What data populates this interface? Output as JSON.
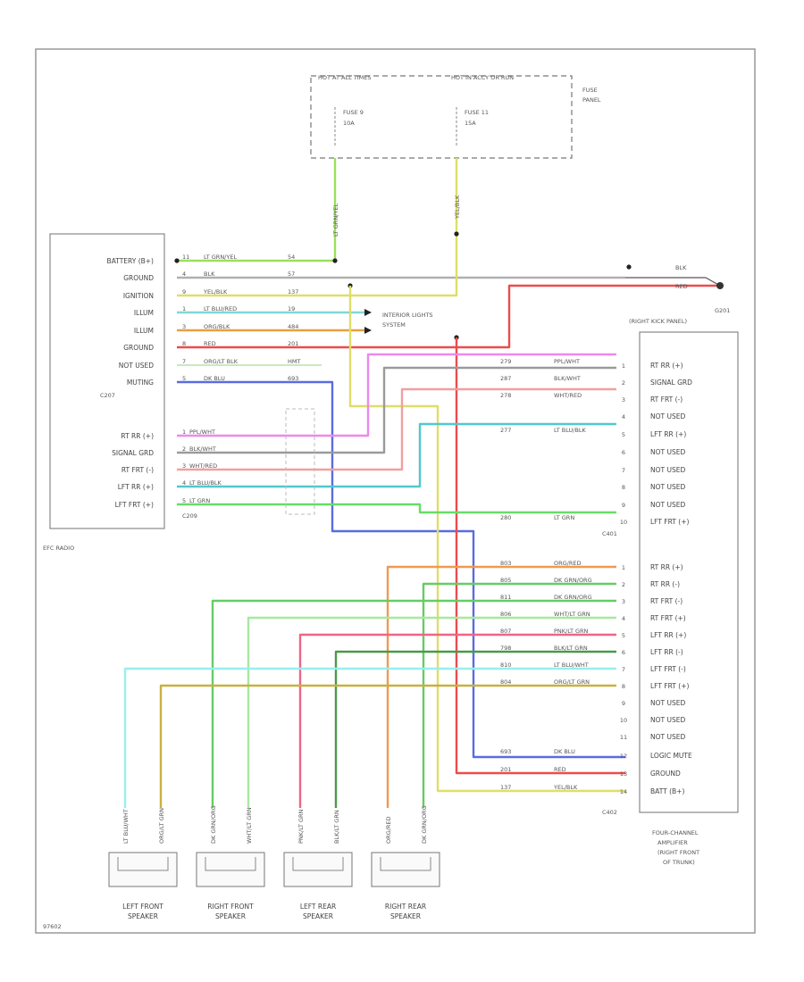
{
  "fuse_panel": {
    "header_left": "HOT AT ALL TIMES",
    "header_right": "HOT IN ACCY OR RUN",
    "fuse_left": [
      "FUSE 9",
      "10A"
    ],
    "fuse_right": [
      "FUSE 11",
      "15A"
    ],
    "label": [
      "FUSE",
      "PANEL"
    ],
    "wire_left": "LT GRN/YEL",
    "wire_right": "YEL/BLK"
  },
  "radio": {
    "name": "EFC RADIO",
    "top_pins": [
      "BATTERY (B+)",
      "GROUND",
      "IGNITION",
      "ILLUM",
      "ILLUM",
      "GROUND",
      "NOT USED",
      "MUTING"
    ],
    "top_connector": "C207",
    "bottom_pins": [
      "RT RR (+)",
      "SIGNAL GRD",
      "RT FRT (-)",
      "LFT RR (+)",
      "LFT FRT (+)"
    ],
    "bottom_connector": "C209",
    "top_wires": [
      {
        "pin": "11",
        "color": "LT GRN/YEL",
        "circuit": "54"
      },
      {
        "pin": "4",
        "color": "BLK",
        "circuit": "57"
      },
      {
        "pin": "9",
        "color": "YEL/BLK",
        "circuit": "137"
      },
      {
        "pin": "1",
        "color": "LT BLU/RED",
        "circuit": "19"
      },
      {
        "pin": "3",
        "color": "ORG/BLK",
        "circuit": "484"
      },
      {
        "pin": "8",
        "color": "RED",
        "circuit": "201"
      },
      {
        "pin": "7",
        "color": "ORG/LT BLK",
        "circuit": "HMT"
      },
      {
        "pin": "5",
        "color": "DK BLU",
        "circuit": "693"
      }
    ],
    "bottom_wires": [
      {
        "pin": "1",
        "color": "PPL/WHT"
      },
      {
        "pin": "2",
        "color": "BLK/WHT"
      },
      {
        "pin": "3",
        "color": "WHT/RED"
      },
      {
        "pin": "4",
        "color": "LT BLU/BLK"
      },
      {
        "pin": "5",
        "color": "LT GRN"
      }
    ]
  },
  "ground": {
    "wire": "BLK",
    "connector": "G201",
    "location": "(RIGHT KICK PANEL)",
    "wire_red": "RED"
  },
  "interior_lights": [
    "INTERIOR LIGHTS",
    "SYSTEM"
  ],
  "c401": {
    "connector": "C401",
    "pins": [
      "RT RR (+)",
      "SIGNAL GRD",
      "RT FRT (-)",
      "NOT USED",
      "LFT RR (+)",
      "NOT USED",
      "NOT USED",
      "NOT USED",
      "NOT USED",
      "LFT FRT (+)"
    ],
    "wires": [
      {
        "circuit": "279",
        "color": "PPL/WHT",
        "pin": "1"
      },
      {
        "circuit": "287",
        "color": "BLK/WHT",
        "pin": "2"
      },
      {
        "circuit": "278",
        "color": "WHT/RED",
        "pin": "3"
      },
      {
        "circuit": "",
        "color": "",
        "pin": "4"
      },
      {
        "circuit": "277",
        "color": "LT BLU/BLK",
        "pin": "5"
      },
      {
        "circuit": "",
        "color": "",
        "pin": "6"
      },
      {
        "circuit": "",
        "color": "",
        "pin": "7"
      },
      {
        "circuit": "",
        "color": "",
        "pin": "8"
      },
      {
        "circuit": "",
        "color": "",
        "pin": "9"
      },
      {
        "circuit": "280",
        "color": "LT GRN",
        "pin": "10"
      }
    ]
  },
  "c402": {
    "connector": "C402",
    "pins": [
      "RT RR (+)",
      "RT RR (-)",
      "RT FRT (-)",
      "RT FRT (+)",
      "LFT RR (+)",
      "LFT RR (-)",
      "LFT FRT (-)",
      "LFT FRT (+)",
      "NOT USED",
      "NOT USED",
      "NOT USED",
      "LOGIC MUTE",
      "GROUND",
      "BATT (B+)"
    ],
    "wires": [
      {
        "circuit": "803",
        "color": "ORG/RED",
        "pin": "1"
      },
      {
        "circuit": "805",
        "color": "DK GRN/ORG",
        "pin": "2"
      },
      {
        "circuit": "811",
        "color": "DK GRN/ORG",
        "pin": "3"
      },
      {
        "circuit": "806",
        "color": "WHT/LT GRN",
        "pin": "4"
      },
      {
        "circuit": "807",
        "color": "PNK/LT GRN",
        "pin": "5"
      },
      {
        "circuit": "798",
        "color": "BLK/LT GRN",
        "pin": "6"
      },
      {
        "circuit": "810",
        "color": "LT BLU/WHT",
        "pin": "7"
      },
      {
        "circuit": "804",
        "color": "ORG/LT GRN",
        "pin": "8"
      },
      {
        "circuit": "",
        "color": "",
        "pin": "9"
      },
      {
        "circuit": "",
        "color": "",
        "pin": "10"
      },
      {
        "circuit": "",
        "color": "",
        "pin": "11"
      },
      {
        "circuit": "693",
        "color": "DK BLU",
        "pin": "12"
      },
      {
        "circuit": "201",
        "color": "RED",
        "pin": "13"
      },
      {
        "circuit": "137",
        "color": "YEL/BLK",
        "pin": "14"
      }
    ]
  },
  "amplifier": [
    "FOUR-CHANNEL",
    "AMPLIFIER",
    "(RIGHT FRONT",
    "OF TRUNK)"
  ],
  "speakers": [
    {
      "name": [
        "LEFT FRONT",
        "SPEAKER"
      ],
      "wires": [
        "LT BLU/WHT",
        "ORG/LT GRN"
      ]
    },
    {
      "name": [
        "RIGHT FRONT",
        "SPEAKER"
      ],
      "wires": [
        "DK GRN/ORG",
        "WHT/LT GRN"
      ]
    },
    {
      "name": [
        "LEFT REAR",
        "SPEAKER"
      ],
      "wires": [
        "PNK/LT GRN",
        "BLK/LT GRN"
      ]
    },
    {
      "name": [
        "RIGHT REAR",
        "SPEAKER"
      ],
      "wires": [
        "ORG/RED",
        "DK GRN/ORG"
      ]
    }
  ],
  "figure_id": "97602",
  "wire_colors": {
    "ltgrnyel": "#9be05a",
    "blk": "#b0b0b0",
    "yelblk": "#dede6a",
    "ltblured": "#7fd8d8",
    "orgblk": "#e8a040",
    "red": "#ee4b4b",
    "orglt": "#b8e0a8",
    "dkblu": "#5a6be0",
    "pplwht": "#ee88ee",
    "blkwht": "#9a9a9a",
    "whtred": "#f0a0a0",
    "ltblublk": "#50c8d0",
    "ltgrn": "#66dd66",
    "orgred": "#f09a50",
    "dkgrnorg": "#66cc66",
    "whtltgrn": "#a8e8a0",
    "pnkltgrn": "#ee6688",
    "blkltgrn": "#4a9a4a",
    "ltbluwht": "#99eeee",
    "orgltgrn": "#c8b040"
  }
}
